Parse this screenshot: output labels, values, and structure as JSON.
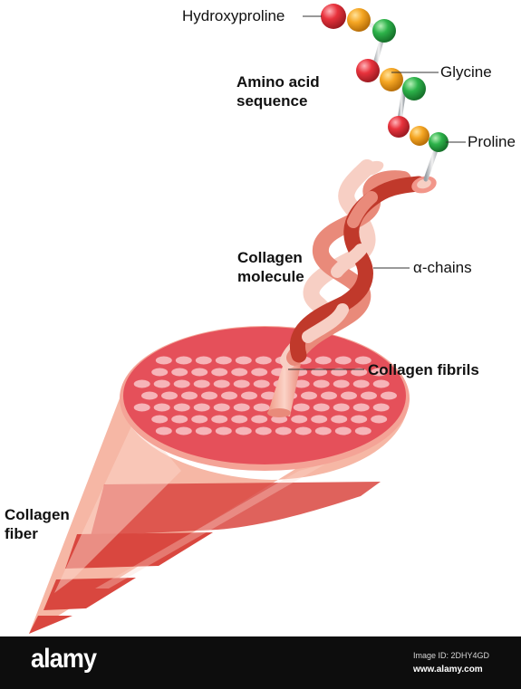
{
  "labels": {
    "hydroxyproline": "Hydroxyproline",
    "glycine": "Glycine",
    "proline": "Proline",
    "amino_acid_sequence": [
      "Amino acid",
      "sequence"
    ],
    "collagen_molecule": [
      "Collagen",
      "molecule"
    ],
    "alpha_chains": "α-chains",
    "collagen_fibrils": "Collagen fibrils",
    "collagen_fiber": [
      "Collagen",
      "fiber"
    ]
  },
  "colors": {
    "residue_red": "#e8323c",
    "residue_orange": "#f5a623",
    "residue_green": "#2db34a",
    "chain_dark": "#c0392b",
    "chain_mid": "#e98a7a",
    "chain_light": "#f7cfc4",
    "cone_light": "#f6b7a5",
    "cone_dark": "#d9473f",
    "cross_section": "#e5505a",
    "fibril_ellipse": "#f6b4b8"
  },
  "watermark": {
    "brand": "alamy",
    "image_id": "Image ID: 2DHY4GD",
    "site": "www.alamy.com"
  }
}
